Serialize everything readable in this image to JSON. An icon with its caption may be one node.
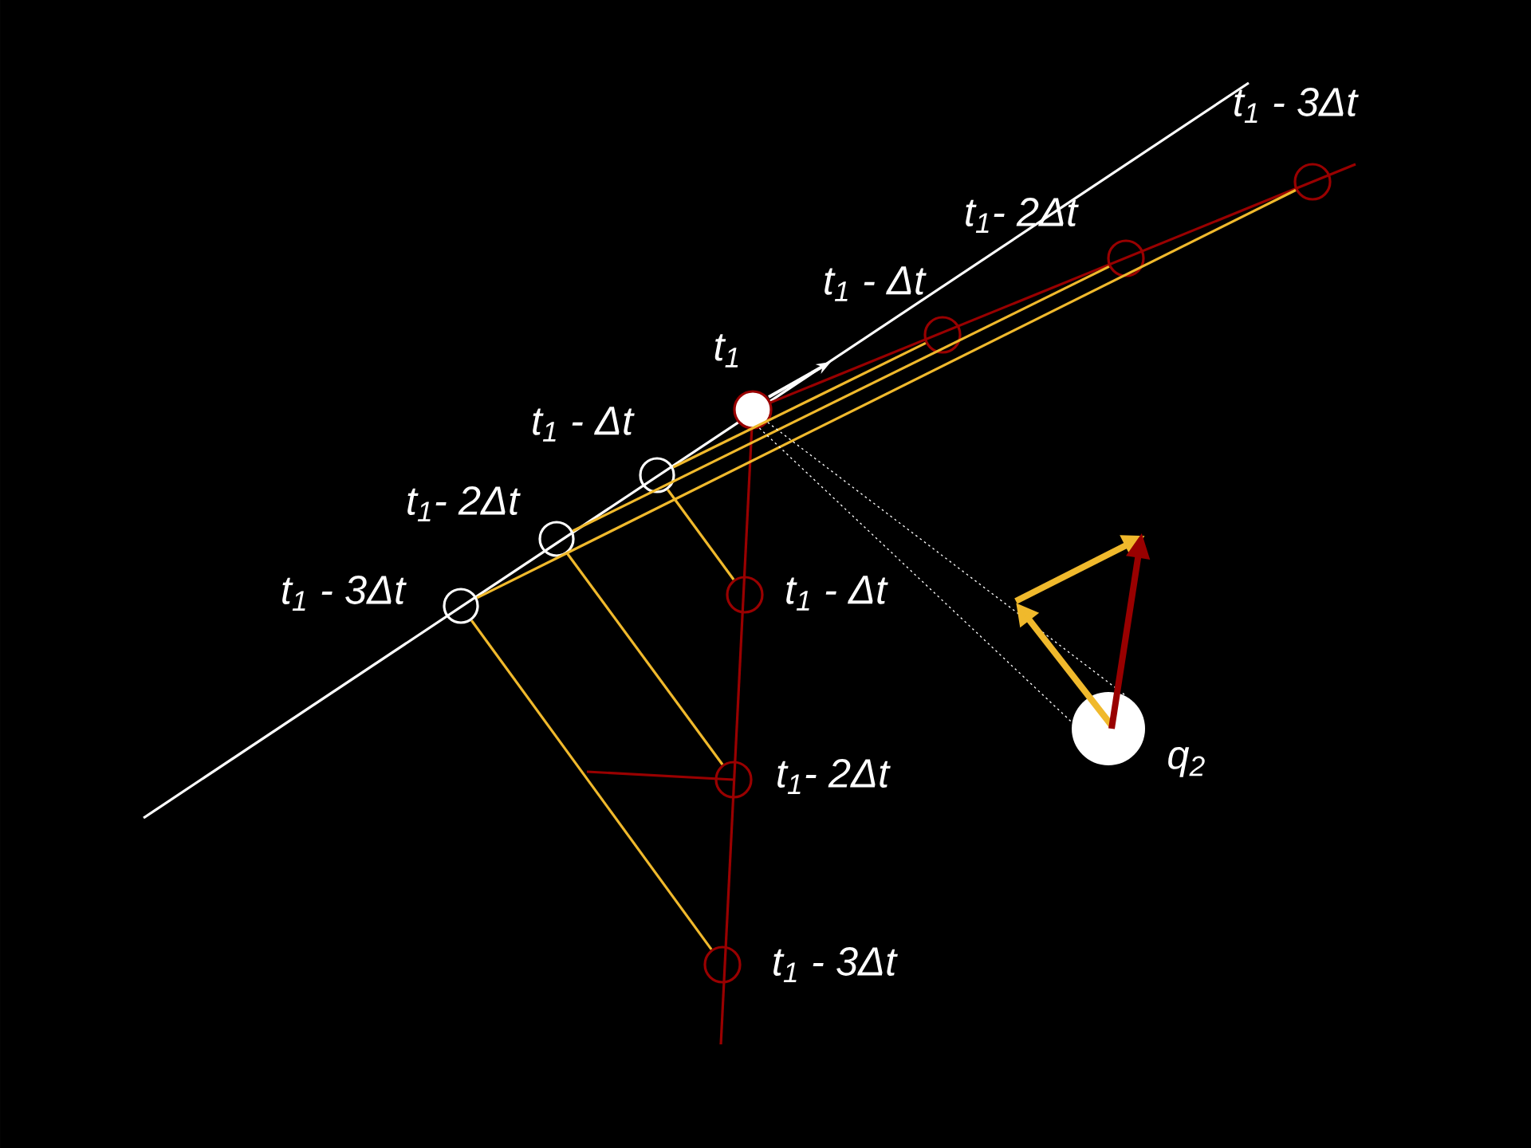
{
  "diagram": {
    "nodes": [
      {
        "text": [],
        "shape": "circle",
        "beside": [
          "t$_{1}$ - 3Δt"
        ]
      },
      {
        "text": [],
        "shape": "circle",
        "beside": [
          "t$_{1}$- 2Δt"
        ]
      },
      {
        "text": [],
        "shape": "circle",
        "beside": [
          "t$_{1}$ - Δt"
        ]
      },
      {
        "text": [],
        "shape": "circle",
        "beside": [
          "t$_{1}$"
        ]
      },
      {
        "text": [],
        "shape": "circle",
        "beside": [
          "t$_{1}$ - Δt"
        ]
      },
      {
        "text": [],
        "shape": "circle",
        "beside": [
          "t$_{1}$- 2Δt"
        ]
      },
      {
        "text": [],
        "shape": "circle",
        "beside": [
          "t$_{1}$ - 3Δt"
        ]
      },
      {
        "text": [],
        "shape": "circle",
        "beside": [
          "t$_{1}$ - Δt"
        ]
      },
      {
        "text": [],
        "shape": "circle",
        "beside": [
          "t$_{1}$- 2Δt"
        ]
      },
      {
        "text": [],
        "shape": "circle",
        "beside": [
          "t$_{1}$ - 3Δt"
        ]
      },
      {
        "text": [],
        "shape": "circle",
        "beside": [
          "q$_{2}$"
        ]
      }
    ],
    "edges": [
      {
        "from": 0,
        "to": 6,
        "arrow": "none"
      },
      {
        "from": 1,
        "to": 5,
        "arrow": "none"
      },
      {
        "from": 2,
        "to": 4,
        "arrow": "none"
      },
      {
        "from": 2,
        "to": 7,
        "arrow": "none"
      },
      {
        "from": 1,
        "to": 8,
        "arrow": "none"
      },
      {
        "from": 0,
        "to": 9,
        "arrow": "none"
      },
      {
        "from": 3,
        "to": 10,
        "arrow": "none",
        "style": "dashed",
        "color": "#ffffff"
      },
      {
        "from": 3,
        "to": 10,
        "arrow": "none",
        "style": "dashed",
        "color": "#ffffff"
      }
    ]
  }
}
